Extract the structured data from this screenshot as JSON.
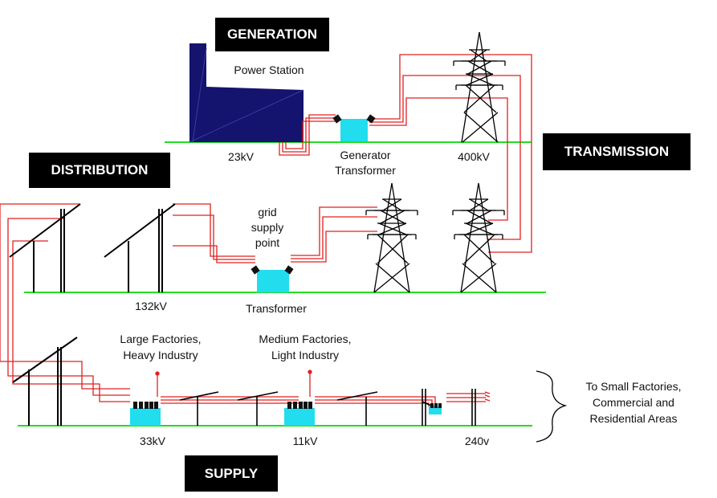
{
  "sections": {
    "generation": "GENERATION",
    "transmission": "TRANSMISSION",
    "distribution": "DISTRIBUTION",
    "supply": "SUPPLY"
  },
  "labels": {
    "power_station": "Power Station",
    "v_23kv": "23kV",
    "generator_transformer_1": "Generator",
    "generator_transformer_2": "Transformer",
    "v_400kv": "400kV",
    "grid_1": "grid",
    "grid_2": "supply",
    "grid_3": "point",
    "v_132kv": "132kV",
    "transformer": "Transformer",
    "large_factories_1": "Large Factories,",
    "large_factories_2": "Heavy Industry",
    "medium_factories_1": "Medium Factories,",
    "medium_factories_2": "Light Industry",
    "v_33kv": "33kV",
    "v_11kv": "11kV",
    "v_240v": "240v",
    "small_1": "To Small Factories,",
    "small_2": "Commercial and",
    "small_3": "Residential Areas"
  },
  "colors": {
    "ground": "#22dd22",
    "wire": "#e02020",
    "transformer": "#22ddee",
    "station": "#14146e",
    "pylon": "#000000"
  }
}
